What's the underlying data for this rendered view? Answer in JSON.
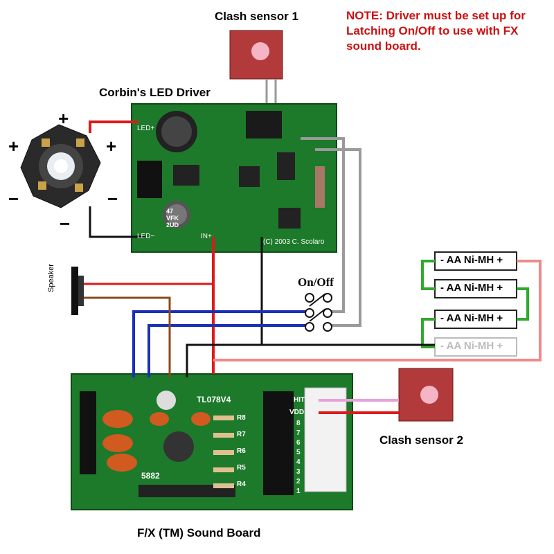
{
  "labels": {
    "clash1": "Clash sensor 1",
    "clash2": "Clash sensor 2",
    "driver": "Corbin's LED Driver",
    "soundboard": "F/X (TM) Sound Board",
    "note": "NOTE: Driver must be set up for Latching On/Off to use with FX sound board.",
    "onoff": "On/Off",
    "speaker": "Speaker"
  },
  "batteries": [
    "- AA Ni-MH +",
    "- AA Ni-MH +",
    "- AA Ni-MH +",
    "- AA Ni-MH +"
  ],
  "led_polarity": {
    "plus": "+",
    "minus": "−"
  },
  "driver_pcb": {
    "pads_top": "LED+",
    "pads_bottom": "LED−",
    "pad_in": "IN+",
    "copyright": "(C) 2003 C. Scolaro",
    "cap": "47 VFK 2UD"
  },
  "sound_pcb": {
    "chip": "TL078V4",
    "code": "5882",
    "pin_hit": "HIT",
    "pin_vdd": "VDD",
    "pins": [
      "8",
      "7",
      "6",
      "5",
      "4",
      "3",
      "2",
      "1"
    ],
    "resistors": [
      "R8",
      "R7",
      "R6",
      "R5",
      "R4"
    ]
  },
  "colors": {
    "red_wire": "#dd1a1a",
    "black_wire": "#111111",
    "grey_wire": "#9a9a9a",
    "blue_wire": "#1a2fb8",
    "brown_wire": "#8b4a1a",
    "green_wire": "#2faa2a",
    "pink_wire": "#e7a0d8",
    "pcb_green": "#1c7a2a"
  }
}
